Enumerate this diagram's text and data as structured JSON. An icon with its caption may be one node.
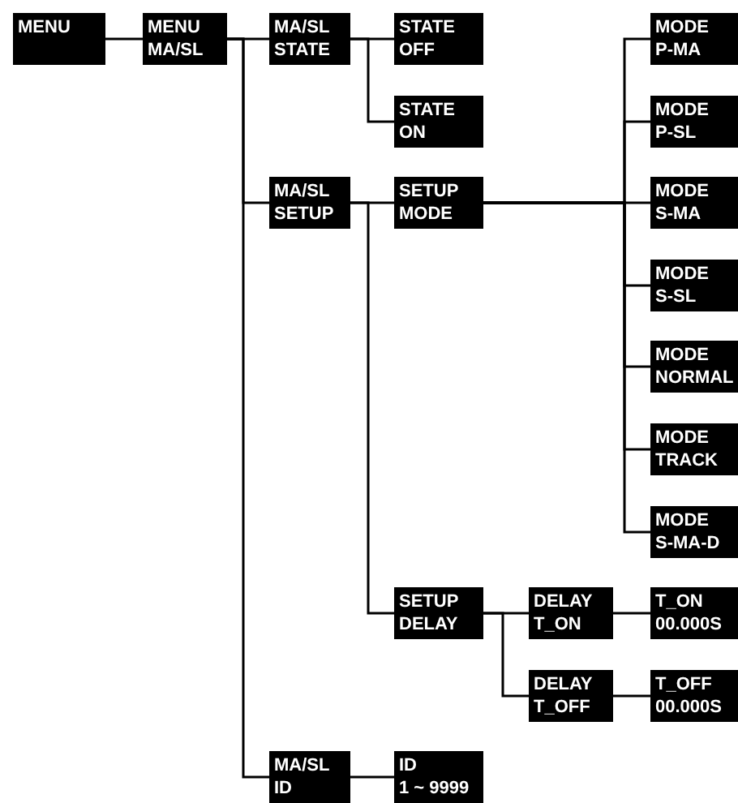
{
  "diagram": {
    "nodes": [
      {
        "text": [
          "MENU"
        ]
      },
      {
        "text": [
          "MENU MA/SL"
        ]
      },
      {
        "text": [
          "MA/SL STATE"
        ]
      },
      {
        "text": [
          "STATE OFF"
        ]
      },
      {
        "text": [
          "STATE ON"
        ]
      },
      {
        "text": [
          "MA/SL SETUP"
        ]
      },
      {
        "text": [
          "SETUP MODE"
        ]
      },
      {
        "text": [
          "MODE P-MA"
        ]
      },
      {
        "text": [
          "MODE P-SL"
        ]
      },
      {
        "text": [
          "MODE S-MA"
        ]
      },
      {
        "text": [
          "MODE S-SL"
        ]
      },
      {
        "text": [
          "MODE NORMAL"
        ]
      },
      {
        "text": [
          "MODE TRACK"
        ]
      },
      {
        "text": [
          "MODE S-MA-D"
        ]
      },
      {
        "text": [
          "SETUP DELAY"
        ]
      },
      {
        "text": [
          "DELAY T_ON"
        ]
      },
      {
        "text": [
          "T_ON 00.000S"
        ]
      },
      {
        "text": [
          "DELAY T_OFF"
        ]
      },
      {
        "text": [
          "T_OFF 00.000S"
        ]
      },
      {
        "text": [
          "MA/SL ID"
        ]
      },
      {
        "text": [
          "ID 1 ~ 9999"
        ]
      }
    ],
    "edges": [
      {
        "from": 0,
        "to": 1,
        "arrow": "none"
      },
      {
        "from": 1,
        "to": 2,
        "arrow": "none"
      },
      {
        "from": 1,
        "to": 5,
        "arrow": "none"
      },
      {
        "from": 1,
        "to": 19,
        "arrow": "none"
      },
      {
        "from": 2,
        "to": 3,
        "arrow": "none"
      },
      {
        "from": 2,
        "to": 4,
        "arrow": "none"
      },
      {
        "from": 5,
        "to": 6,
        "arrow": "none"
      },
      {
        "from": 5,
        "to": 14,
        "arrow": "none"
      },
      {
        "from": 6,
        "to": 7,
        "arrow": "none"
      },
      {
        "from": 6,
        "to": 8,
        "arrow": "none"
      },
      {
        "from": 6,
        "to": 9,
        "arrow": "none"
      },
      {
        "from": 6,
        "to": 10,
        "arrow": "none"
      },
      {
        "from": 6,
        "to": 11,
        "arrow": "none"
      },
      {
        "from": 6,
        "to": 12,
        "arrow": "none"
      },
      {
        "from": 6,
        "to": 13,
        "arrow": "none"
      },
      {
        "from": 14,
        "to": 15,
        "arrow": "none"
      },
      {
        "from": 15,
        "to": 16,
        "arrow": "none"
      },
      {
        "from": 14,
        "to": 17,
        "arrow": "none"
      },
      {
        "from": 17,
        "to": 18,
        "arrow": "none"
      },
      {
        "from": 19,
        "to": 20,
        "arrow": "none"
      }
    ]
  }
}
